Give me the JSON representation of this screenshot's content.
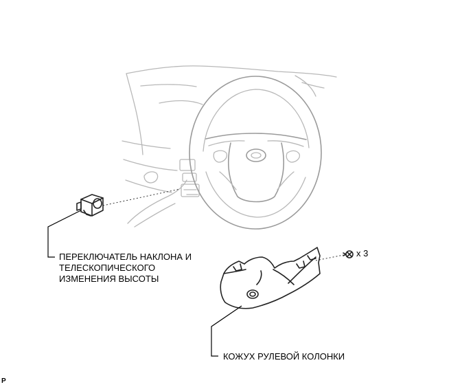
{
  "labels": {
    "switch": [
      "ПЕРЕКЛЮЧАТЕЛЬ НАКЛОНА И",
      "ТЕЛЕСКОПИЧЕСКОГО",
      "ИЗМЕНЕНИЯ ВЫСОТЫ"
    ],
    "cover": "КОЖУХ РУЛЕВОЙ КОЛОНКИ",
    "screw_count": "x 3",
    "corner_mark": "P"
  },
  "icons": {
    "switch_part": "tilt-telescopic-switch-icon",
    "cover_part": "steering-column-cover-icon",
    "screw_part": "screw-icon",
    "dashboard": "steering-wheel-dashboard-icon"
  }
}
